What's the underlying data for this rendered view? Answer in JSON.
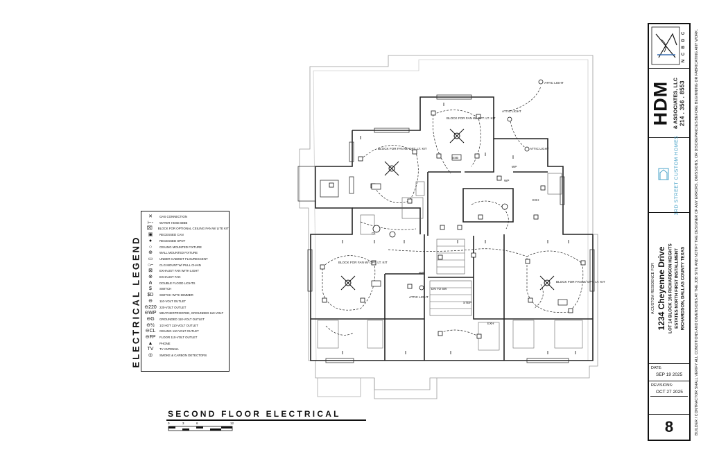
{
  "legend": {
    "title": "ELECTRICAL LEGEND",
    "items": [
      {
        "symbol": "✕",
        "label": "GAS CONNECTION"
      },
      {
        "symbol": "⊢◦",
        "label": "WATER HOSE BIBB"
      },
      {
        "symbol": "⌧",
        "label": "BLOCK FOR OPTIONAL CEILING FAN W/ LITE KIT"
      },
      {
        "symbol": "▣",
        "label": "RECESSED CAN"
      },
      {
        "symbol": "●",
        "label": "RECESSED SPOT"
      },
      {
        "symbol": "○",
        "label": "CEILING MOUNTED FIXTURE"
      },
      {
        "symbol": "⊕",
        "label": "WALL MOUNTED FIXTURE"
      },
      {
        "symbol": "▭",
        "label": "UNDER CABINET FLOURESCENT"
      },
      {
        "symbol": "○⌐",
        "label": "CLG MOUNT W/ PULL CHAIN"
      },
      {
        "symbol": "⊠",
        "label": "EXHAUST FAN WITH LIGHT"
      },
      {
        "symbol": "⊗",
        "label": "EXHAUST FAN"
      },
      {
        "symbol": "⋔",
        "label": "DOUBLE FLOOD LIGHTS"
      },
      {
        "symbol": "$",
        "label": "SWITCH"
      },
      {
        "symbol": "$D",
        "label": "SWITCH WITH DIMMER"
      },
      {
        "symbol": "⊖",
        "label": "110-VOLT OUTLET"
      },
      {
        "symbol": "⊖220",
        "label": "220-VOLT OUTLET"
      },
      {
        "symbol": "⊖WP",
        "label": "WEATHERPROOFED, GROUNDED 110-VOLT"
      },
      {
        "symbol": "⊖G",
        "label": "GROUNDED 110-VOLT OUTLET"
      },
      {
        "symbol": "⊖½",
        "label": "1/2 HOT 110-VOLT OUTLET"
      },
      {
        "symbol": "⊖CL",
        "label": "CEILING 110-VOLT OUTLET"
      },
      {
        "symbol": "⊖FP",
        "label": "FLOOR 110-VOLT OUTLET"
      },
      {
        "symbol": "▲",
        "label": "PHONE"
      },
      {
        "symbol": "TV",
        "label": "TV ANTENNA"
      },
      {
        "symbol": "◎",
        "label": "SMOKE & CARBON DETECTORS"
      }
    ]
  },
  "plan": {
    "title": "SECOND FLOOR ELECTRICAL",
    "scale_ticks": [
      "0",
      "3",
      "6",
      "12"
    ],
    "notes": {
      "attic_light": "ATTIC LIGHT",
      "block_fan": "BLOCK FOR FAN W/ OPT. LT. KIT",
      "wp": "WP",
      "exh": "EXH",
      "dn_to_6w": "DN TO 6W",
      "step": "STEP",
      "cl": "CL",
      "ssb": "SSB",
      "tv": "TV"
    }
  },
  "title_block": {
    "logo_text": "N C B D C",
    "firm_name": "HDM",
    "firm_sub": "& ASSOCIATES, LLC",
    "firm_phone": "214 . 356 . 8553",
    "builder_name": "3RD STREET CUSTOM HOMES",
    "project_line1": "A CUSTOM RESIDENCE FOR",
    "project_name": "1234 Cheyenne Drive",
    "project_line3": "LOT 14 BLOCK 156 RICHARDSON HEIGHTS",
    "project_line4": "ESTATES NORTH FIRST INSTALLMENT",
    "project_line5": "RICHARDSON, DALLAS COUNTY TEXAS",
    "date_label": "DATE:",
    "date_value": "SEP 19 2025",
    "revisions_label": "REVISIONS:",
    "revisions_value": "OCT 27 2025",
    "sheet_number": "8"
  },
  "disclaimer": "BUILDER / CONTRACTOR SHALL VERIFY ALL CONDITIONS AND DIMENSIONS AT THE JOB SITE AND NOTIFY THE DESIGNER OF ANY ERRORS, OMISSIONS, OR DISCREPANCIES BEFORE BEGINNING OR FABRICATING ANY WORK."
}
